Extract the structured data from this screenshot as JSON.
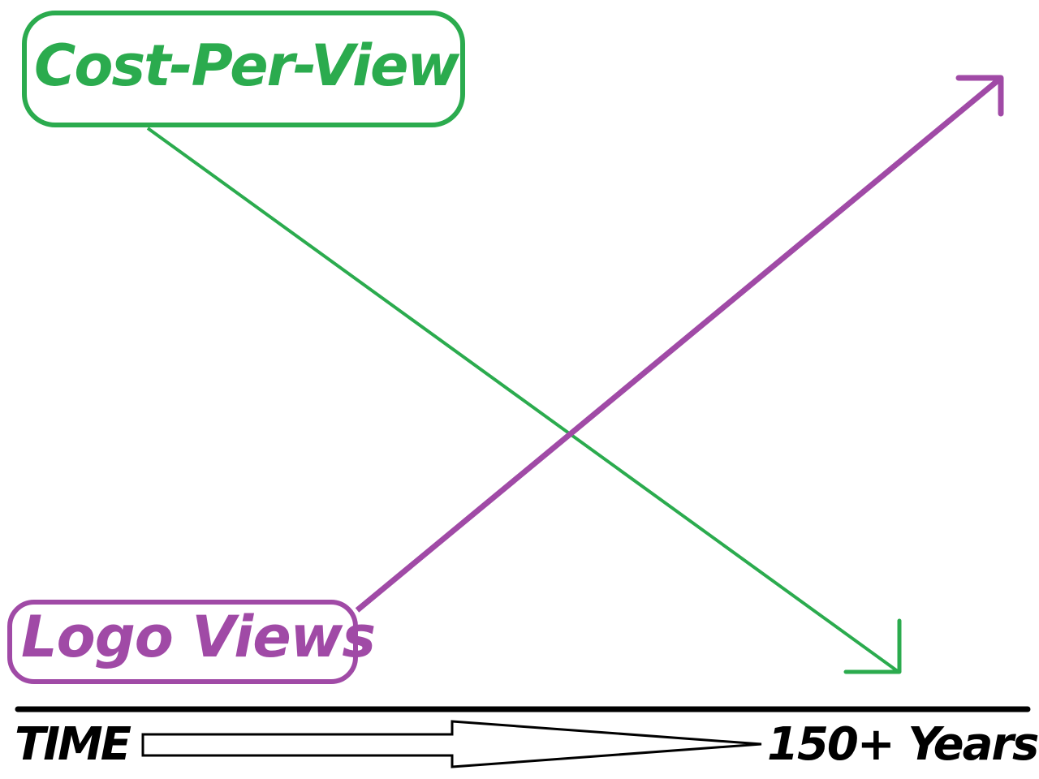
{
  "diagram": {
    "series": [
      {
        "name": "Cost-Per-View",
        "color": "#2bab4e",
        "trend": "decreasing",
        "arrow_direction": "down-right"
      },
      {
        "name": "Logo Views",
        "color": "#a04aa6",
        "trend": "increasing",
        "arrow_direction": "up-right"
      }
    ],
    "x_axis": {
      "start_label": "TIME",
      "end_label": "150+ Years",
      "color": "#000000"
    }
  }
}
